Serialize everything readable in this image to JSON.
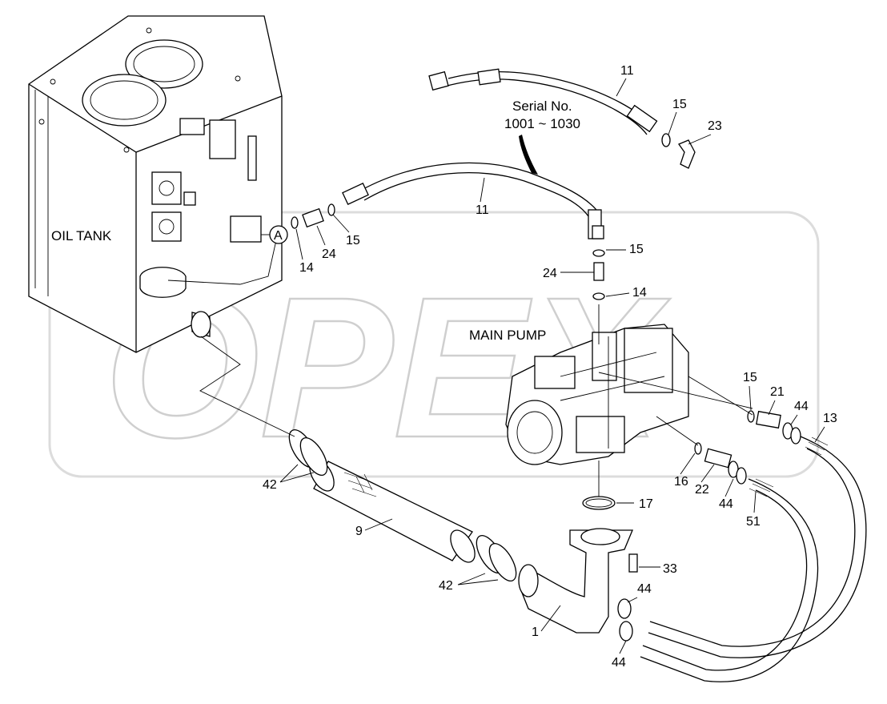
{
  "diagram": {
    "watermark": "OPEX",
    "labels": {
      "oil_tank": "OIL TANK",
      "main_pump": "MAIN PUMP",
      "serial_line1": "Serial No.",
      "serial_line2": "1001 ~ 1030",
      "ref_a": "A"
    },
    "callouts": {
      "c11_top": "11",
      "c15_top": "15",
      "c23": "23",
      "c11_mid": "11",
      "c15_mid": "15",
      "c14_mid": "14",
      "c24_mid": "24",
      "c15_right": "15",
      "c24_right": "24",
      "c14_right": "14",
      "c15_pump": "15",
      "c21": "21",
      "c44_a": "44",
      "c13": "13",
      "c16": "16",
      "c22": "22",
      "c44_b": "44",
      "c51": "51",
      "c17": "17",
      "c33": "33",
      "c42_a": "42",
      "c9": "9",
      "c42_b": "42",
      "c44_c": "44",
      "c1": "1",
      "c44_d": "44"
    }
  }
}
